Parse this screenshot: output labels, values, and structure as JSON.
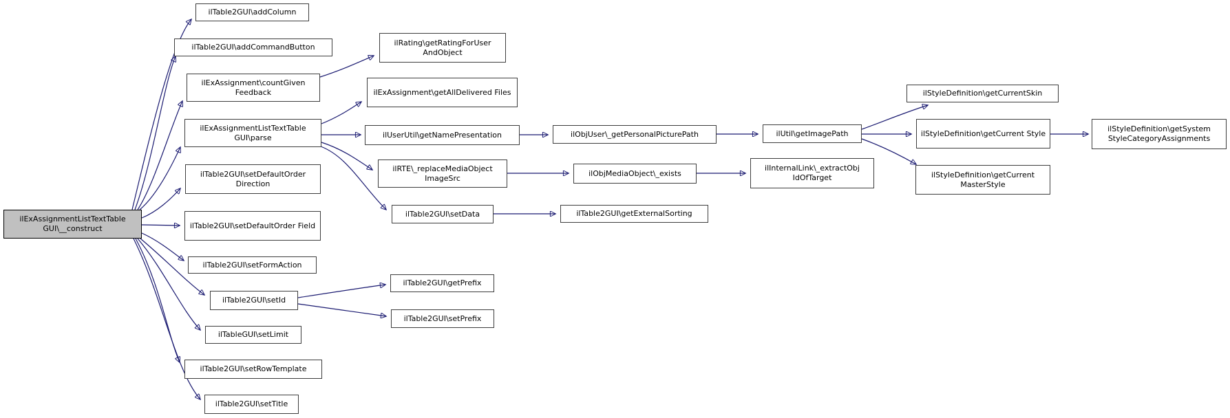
{
  "graph": {
    "type": "call-graph",
    "background_color": "#ffffff",
    "edge_color": "#191970",
    "node_border_color": "#3c3c3c",
    "node_fill_color": "#ffffff",
    "root_fill_color": "#c0c0c0",
    "nodes": [
      {
        "id": "construct",
        "label": "ilExAssignmentListTextTable GUI\\__construct",
        "root": true
      },
      {
        "id": "addColumn",
        "label": "ilTable2GUI\\addColumn"
      },
      {
        "id": "addCommandButton",
        "label": "ilTable2GUI\\addCommandButton"
      },
      {
        "id": "countGivenFeedback",
        "label": "ilExAssignment\\countGiven Feedback"
      },
      {
        "id": "parse",
        "label": "ilExAssignmentListTextTable GUI\\parse"
      },
      {
        "id": "setDefaultOrderDirection",
        "label": "ilTable2GUI\\setDefaultOrder Direction"
      },
      {
        "id": "setDefaultOrderField",
        "label": "ilTable2GUI\\setDefaultOrder Field"
      },
      {
        "id": "setFormAction",
        "label": "ilTable2GUI\\setFormAction"
      },
      {
        "id": "setId",
        "label": "ilTable2GUI\\setId"
      },
      {
        "id": "setLimit",
        "label": "ilTableGUI\\setLimit"
      },
      {
        "id": "setRowTemplate",
        "label": "ilTable2GUI\\setRowTemplate"
      },
      {
        "id": "setTitle",
        "label": "ilTable2GUI\\setTitle"
      },
      {
        "id": "getRatingForUserAndObject",
        "label": "ilRating\\getRatingForUser AndObject"
      },
      {
        "id": "getAllDeliveredFiles",
        "label": "ilExAssignment\\getAllDelivered Files"
      },
      {
        "id": "getNamePresentation",
        "label": "ilUserUtil\\getNamePresentation"
      },
      {
        "id": "replaceMediaObjectImageSrc",
        "label": "ilRTE\\_replaceMediaObject ImageSrc"
      },
      {
        "id": "setData",
        "label": "ilTable2GUI\\setData"
      },
      {
        "id": "getPrefix",
        "label": "ilTable2GUI\\getPrefix"
      },
      {
        "id": "setPrefix",
        "label": "ilTable2GUI\\setPrefix"
      },
      {
        "id": "getPersonalPicturePath",
        "label": "ilObjUser\\_getPersonalPicturePath"
      },
      {
        "id": "objMediaObjectExists",
        "label": "ilObjMediaObject\\_exists"
      },
      {
        "id": "getExternalSorting",
        "label": "ilTable2GUI\\getExternalSorting"
      },
      {
        "id": "getImagePath",
        "label": "ilUtil\\getImagePath"
      },
      {
        "id": "extractObjIdOfTarget",
        "label": "ilInternalLink\\_extractObj IdOfTarget"
      },
      {
        "id": "getCurrentSkin",
        "label": "ilStyleDefinition\\getCurrentSkin"
      },
      {
        "id": "getCurrentStyle",
        "label": "ilStyleDefinition\\getCurrent Style"
      },
      {
        "id": "getCurrentMasterStyle",
        "label": "ilStyleDefinition\\getCurrent MasterStyle"
      },
      {
        "id": "getSystemStyleCategoryAssignments",
        "label": "ilStyleDefinition\\getSystem StyleCategoryAssignments"
      }
    ],
    "edges": [
      {
        "from": "construct",
        "to": "addColumn"
      },
      {
        "from": "construct",
        "to": "addCommandButton"
      },
      {
        "from": "construct",
        "to": "countGivenFeedback"
      },
      {
        "from": "construct",
        "to": "parse"
      },
      {
        "from": "construct",
        "to": "setDefaultOrderDirection"
      },
      {
        "from": "construct",
        "to": "setDefaultOrderField"
      },
      {
        "from": "construct",
        "to": "setFormAction"
      },
      {
        "from": "construct",
        "to": "setId"
      },
      {
        "from": "construct",
        "to": "setLimit"
      },
      {
        "from": "construct",
        "to": "setRowTemplate"
      },
      {
        "from": "construct",
        "to": "setTitle"
      },
      {
        "from": "countGivenFeedback",
        "to": "getRatingForUserAndObject"
      },
      {
        "from": "parse",
        "to": "getAllDeliveredFiles"
      },
      {
        "from": "parse",
        "to": "getNamePresentation"
      },
      {
        "from": "parse",
        "to": "replaceMediaObjectImageSrc"
      },
      {
        "from": "parse",
        "to": "setData"
      },
      {
        "from": "setId",
        "to": "getPrefix"
      },
      {
        "from": "setId",
        "to": "setPrefix"
      },
      {
        "from": "getNamePresentation",
        "to": "getPersonalPicturePath"
      },
      {
        "from": "getPersonalPicturePath",
        "to": "getImagePath"
      },
      {
        "from": "replaceMediaObjectImageSrc",
        "to": "objMediaObjectExists"
      },
      {
        "from": "objMediaObjectExists",
        "to": "extractObjIdOfTarget"
      },
      {
        "from": "setData",
        "to": "getExternalSorting"
      },
      {
        "from": "getImagePath",
        "to": "getCurrentSkin"
      },
      {
        "from": "getImagePath",
        "to": "getCurrentStyle"
      },
      {
        "from": "getImagePath",
        "to": "getCurrentMasterStyle"
      },
      {
        "from": "getCurrentStyle",
        "to": "getSystemStyleCategoryAssignments"
      }
    ]
  }
}
